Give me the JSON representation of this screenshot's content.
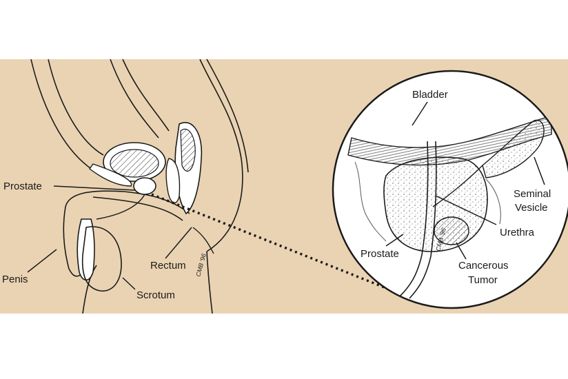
{
  "colors": {
    "background": "#ead3b3",
    "line": "#1a1a1a",
    "inset": "#ffffff"
  },
  "labels": {
    "prostate_left": "Prostate",
    "penis": "Penis",
    "rectum": "Rectum",
    "scrotum": "Scrotum",
    "bladder": "Bladder",
    "seminal_vesicle_1": "Seminal",
    "seminal_vesicle_2": "Vesicle",
    "urethra": "Urethra",
    "prostate_right": "Prostate",
    "tumor_1": "Cancerous",
    "tumor_2": "Tumor"
  }
}
